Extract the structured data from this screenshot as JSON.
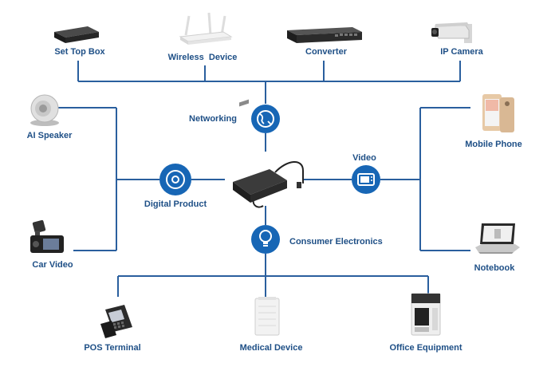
{
  "colors": {
    "line": "#2a5f9e",
    "hub": "#1766b5",
    "label": "#1e4f86",
    "device_dark": "#2b2b2b",
    "device_light": "#e6e6e6"
  },
  "hubs": {
    "networking": {
      "label": "Networking",
      "icon": "globe-phone-icon"
    },
    "digital_product": {
      "label": "Digital Product",
      "icon": "disc-icon"
    },
    "video": {
      "label": "Video",
      "icon": "monitor-icon"
    },
    "consumer_electronics": {
      "label": "Consumer Electronics",
      "icon": "lightbulb-icon"
    }
  },
  "center": {
    "icon": "power-adapter-icon"
  },
  "devices": {
    "set_top_box": {
      "label": "Set Top Box",
      "icon": "set-top-box-icon"
    },
    "wireless_device": {
      "label": "Wireless  Device",
      "icon": "wifi-router-icon"
    },
    "converter": {
      "label": "Converter",
      "icon": "network-switch-icon"
    },
    "ip_camera": {
      "label": "IP Camera",
      "icon": "ip-camera-icon"
    },
    "ai_speaker": {
      "label": "AI Speaker",
      "icon": "smart-speaker-icon"
    },
    "car_video": {
      "label": "Car Video",
      "icon": "car-video-icon"
    },
    "mobile_phone": {
      "label": "Mobile Phone",
      "icon": "smartphone-icon"
    },
    "notebook": {
      "label": "Notebook",
      "icon": "laptop-icon"
    },
    "pos_terminal": {
      "label": "POS Terminal",
      "icon": "pos-terminal-icon"
    },
    "medical_device": {
      "label": "Medical Device",
      "icon": "air-purifier-icon"
    },
    "office_equipment": {
      "label": "Office Equipment",
      "icon": "shredder-icon"
    }
  }
}
